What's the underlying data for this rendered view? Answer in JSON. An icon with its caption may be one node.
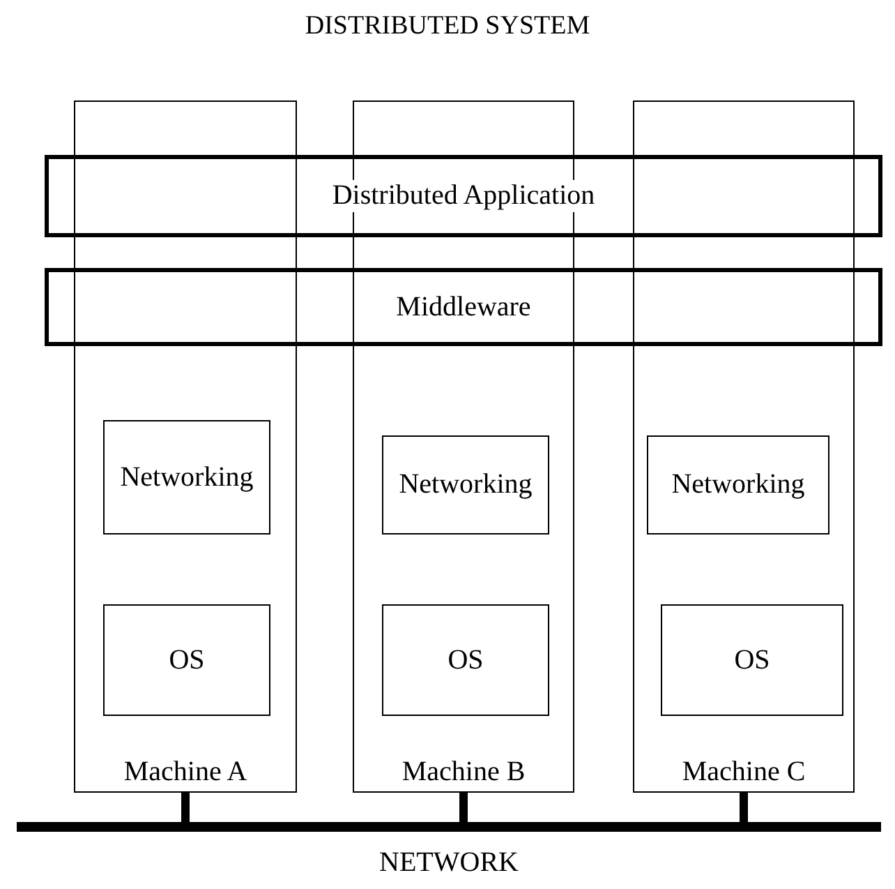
{
  "diagram": {
    "title": "DISTRIBUTED SYSTEM",
    "nodes": [
      {
        "text": [
          "Distributed Application"
        ]
      },
      {
        "text": [
          "Middleware"
        ]
      },
      {
        "text": [
          "Machine A"
        ]
      },
      {
        "text": [
          "Networking"
        ],
        "in": 2
      },
      {
        "text": [
          "OS"
        ],
        "in": 2
      },
      {
        "text": [
          "Machine B"
        ]
      },
      {
        "text": [
          "Networking"
        ],
        "in": 5
      },
      {
        "text": [
          "OS"
        ],
        "in": 5
      },
      {
        "text": [
          "Machine C"
        ]
      },
      {
        "text": [
          "Networking"
        ],
        "in": 8
      },
      {
        "text": [
          "OS"
        ],
        "in": 8
      },
      {
        "text": [
          "NETWORK"
        ]
      }
    ],
    "edges": [
      {
        "from": 2,
        "to": 11,
        "arrow": "none"
      },
      {
        "from": 5,
        "to": 11,
        "arrow": "none"
      },
      {
        "from": 8,
        "to": 11,
        "arrow": "none"
      }
    ]
  }
}
